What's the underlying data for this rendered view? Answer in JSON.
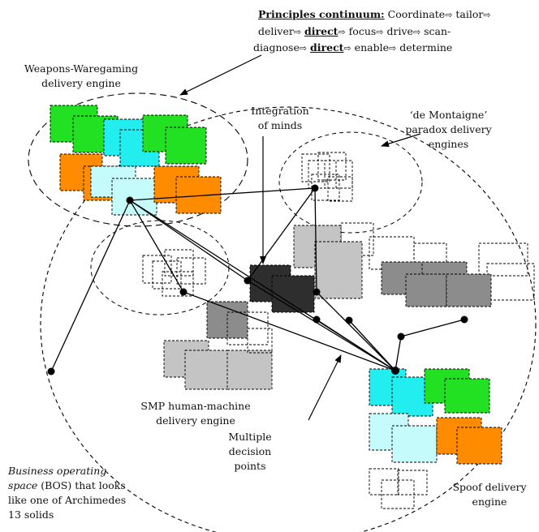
{
  "colors": {
    "green": "#22e022",
    "cyan": "#22eef0",
    "light_cyan": "#c6fbfb",
    "orange": "#ff8c00",
    "light_gray": "#c4c4c4",
    "mid_gray": "#8c8c8c",
    "dark_gray": "#2e2e2e",
    "line": "#000000"
  },
  "arrow_glyph": "⇨",
  "principles": {
    "title": "Principles continuum:",
    "line1": [
      "Coordinate",
      "tailor",
      ""
    ],
    "line2": [
      "deliver",
      "direct",
      "focus",
      "drive",
      "scan-"
    ],
    "line3": [
      "diagnose",
      "direct",
      "enable",
      "determine"
    ]
  },
  "labels": {
    "weapons_1": "Weapons-Waregaming",
    "weapons_2": "delivery engine",
    "integration_1": "Integration",
    "integration_2": "of minds",
    "montaigne_1": "‘de Montaigne’",
    "montaigne_2": "paradox delivery",
    "montaigne_3": "engines",
    "smp_1": "SMP human-machine",
    "smp_2": "delivery engine",
    "decision_1": "Multiple",
    "decision_2": "decision",
    "decision_3": "points",
    "bos_1a": "Business operating",
    "bos_2a": "space",
    "bos_2b": " (BOS) that looks",
    "bos_3": "like one of Archimedes",
    "bos_4": "13 solids",
    "spoof_1": "Spoof delivery",
    "spoof_2": "engine"
  }
}
